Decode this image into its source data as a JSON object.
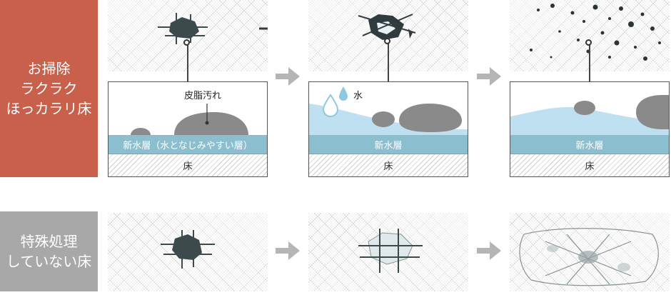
{
  "colors": {
    "treated_label_bg": "#c8604b",
    "untreated_label_bg": "#a8a8a8",
    "water": "#bfe0f0",
    "water_layer": "#8bbecf",
    "stain": "#8a8a8a",
    "arrow": "#b5b5b5"
  },
  "rows": {
    "treated": {
      "label_lines": [
        "お掃除",
        "ラクラク",
        "ほっカラリ床"
      ]
    },
    "untreated": {
      "label_lines": [
        "特殊処理",
        "していない床"
      ]
    }
  },
  "diagrams": [
    {
      "stain_label": "皮脂汚れ",
      "water_label": "",
      "layer_label": "新水層（水となじみやすい層）",
      "floor_label": "床"
    },
    {
      "stain_label": "",
      "water_label": "水",
      "layer_label": "新水層",
      "floor_label": "床"
    },
    {
      "stain_label": "",
      "water_label": "",
      "layer_label": "新水層",
      "floor_label": "床"
    }
  ],
  "icons": {
    "arrow": "chevron-right-arrow-icon",
    "water_drop": "water-drop-icon"
  }
}
